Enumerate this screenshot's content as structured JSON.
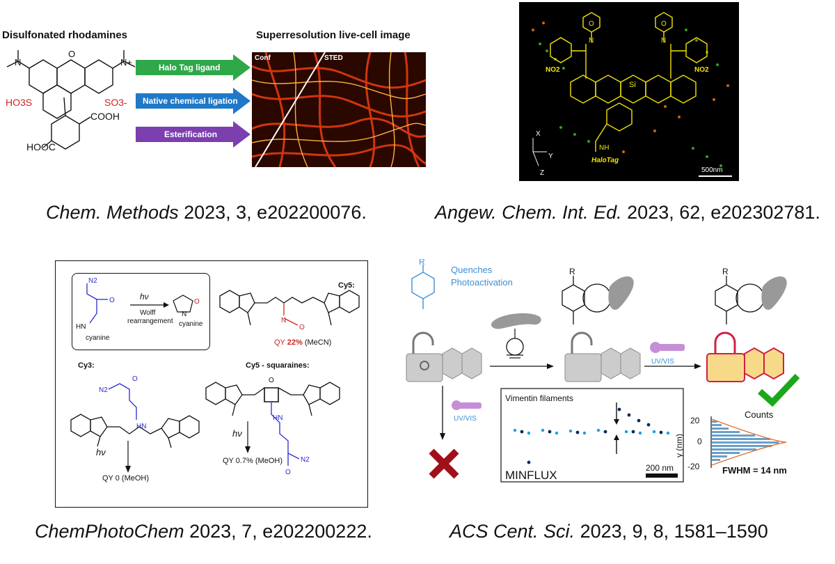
{
  "panels": {
    "top_left": {
      "title": "Disulfonated rhodamines",
      "image_title": "Superresolution live-cell image",
      "arrows": [
        "Halo Tag ligand",
        "Native chemical ligation",
        "Esterification"
      ],
      "img_labels": [
        "Conf",
        "STED"
      ],
      "structure_labels": [
        "HO3S",
        "SO3-",
        "COOH",
        "HOOC",
        "O",
        "N",
        "N+"
      ],
      "citation": {
        "journal": "Chem. Methods",
        "rest": " 2023, 3, e202200076."
      }
    },
    "top_right": {
      "structure_labels": [
        "O",
        "N",
        "NO2",
        "Si",
        "NH",
        "HaloTag",
        "X",
        "Y",
        "Z"
      ],
      "scale": "500nm",
      "citation": {
        "journal": "Angew. Chem. Int. Ed.",
        "rest": " 2023, 62, e202302781."
      }
    },
    "bottom_left": {
      "inset": {
        "hv": "hν",
        "wolff": "Wolff",
        "rearr": "rearrangement",
        "cyanine1": "cyanine",
        "cyanine2": "cyanine",
        "n2": "N2",
        "eq": "O",
        "n": "N",
        "hn": "HN"
      },
      "cy5": {
        "label": "Cy5:",
        "qy_prefix": "QY ",
        "qy_val": "22%",
        "qy_suffix": " (MeCN)"
      },
      "cy3": {
        "label": "Cy3:",
        "hv": "hν",
        "qy": "QY 0 (MeOH)",
        "n2": "N2",
        "hn": "HN"
      },
      "sq": {
        "label": "Cy5 - squaraines:",
        "hv": "hν",
        "qy": "QY 0.7% (MeOH)",
        "n2": "N2",
        "hn": "HN"
      },
      "citation": {
        "journal": "ChemPhotoChem",
        "rest": " 2023, 7, e202200222."
      }
    },
    "bottom_right": {
      "r1": "R",
      "r2": "R",
      "r3": "R",
      "quench1": "Quenches",
      "quench2": "Photoactivation",
      "uvvis1": "UV/VIS",
      "uvvis2": "UV/VIS",
      "vimentin": "Vimentin filaments",
      "minflux": "MINFLUX",
      "scale": "200 nm",
      "hist": {
        "title": "Counts",
        "ylabel": "y (nm)",
        "ticks": [
          "20",
          "0",
          "-20"
        ],
        "fwhm": "FWHM = 14 nm"
      },
      "citation": {
        "journal": "ACS Cent. Sci.",
        "rest": " 2023, 9, 8, 1581–1590"
      }
    }
  },
  "colors": {
    "sulfo_red": "#cc2222",
    "green_arrow": "#2fa84a",
    "blue_arrow": "#1f78c8",
    "purple_arrow": "#7b3fb0",
    "yellow": "#f2e600",
    "blue_chem": "#2a2acc",
    "light_blue": "#3a8fd6",
    "red_x": "#a0101a",
    "check": "#1aa81a",
    "lock_red": "#d02040",
    "lock_yellow": "#f7d98a"
  }
}
